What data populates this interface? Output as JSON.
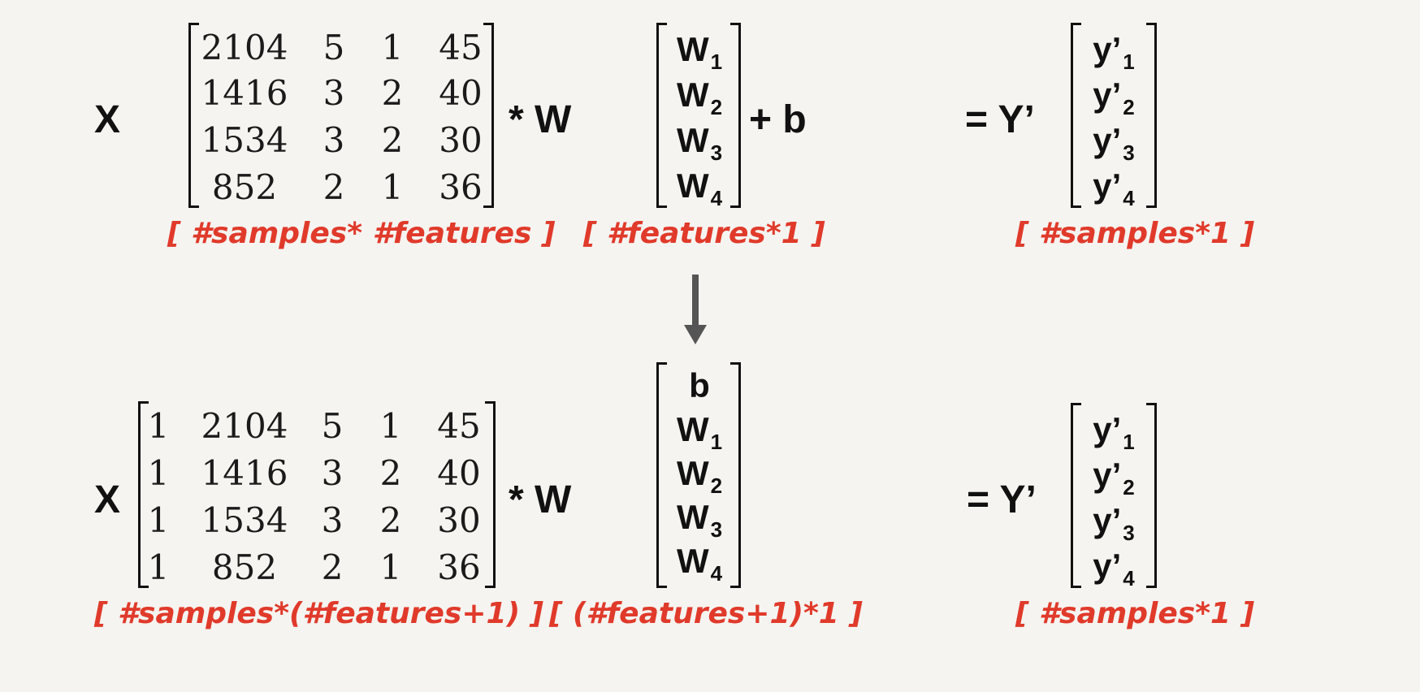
{
  "top": {
    "x_label": "X",
    "matrix_rows": [
      [
        "2104",
        "5",
        "1",
        "45"
      ],
      [
        "1416",
        "3",
        "2",
        "40"
      ],
      [
        "1534",
        "3",
        "2",
        "30"
      ],
      [
        "852",
        "2",
        "1",
        "36"
      ]
    ],
    "mul_w": "* W",
    "w_vector": [
      {
        "base": "W",
        "sub": "1"
      },
      {
        "base": "W",
        "sub": "2"
      },
      {
        "base": "W",
        "sub": "3"
      },
      {
        "base": "W",
        "sub": "4"
      }
    ],
    "plus_b": "+ b",
    "eq_y": "= Y’",
    "y_vector": [
      {
        "base": "y’",
        "sub": "1"
      },
      {
        "base": "y’",
        "sub": "2"
      },
      {
        "base": "y’",
        "sub": "3"
      },
      {
        "base": "y’",
        "sub": "4"
      }
    ],
    "dim_x": "[ #samples* #features ]",
    "dim_w": "[ #features*1 ]",
    "dim_y": "[ #samples*1 ]"
  },
  "bottom": {
    "x_label": "X",
    "matrix_rows": [
      [
        "1",
        "2104",
        "5",
        "1",
        "45"
      ],
      [
        "1",
        "1416",
        "3",
        "2",
        "40"
      ],
      [
        "1",
        "1534",
        "3",
        "2",
        "30"
      ],
      [
        "1",
        "852",
        "2",
        "1",
        "36"
      ]
    ],
    "mul_w": "* W",
    "w_vector": [
      {
        "base": "b",
        "sub": ""
      },
      {
        "base": "W",
        "sub": "1"
      },
      {
        "base": "W",
        "sub": "2"
      },
      {
        "base": "W",
        "sub": "3"
      },
      {
        "base": "W",
        "sub": "4"
      }
    ],
    "eq_y": "= Y’",
    "y_vector": [
      {
        "base": "y’",
        "sub": "1"
      },
      {
        "base": "y’",
        "sub": "2"
      },
      {
        "base": "y’",
        "sub": "3"
      },
      {
        "base": "y’",
        "sub": "4"
      }
    ],
    "dim_x": "[ #samples*(#features+1) ]",
    "dim_w": "[ (#features+1)*1 ]",
    "dim_y": "[ #samples*1 ]"
  },
  "colors": {
    "dimension_label": "#e03a2b",
    "arrow": "#555555",
    "background": "#f5f4f0"
  }
}
